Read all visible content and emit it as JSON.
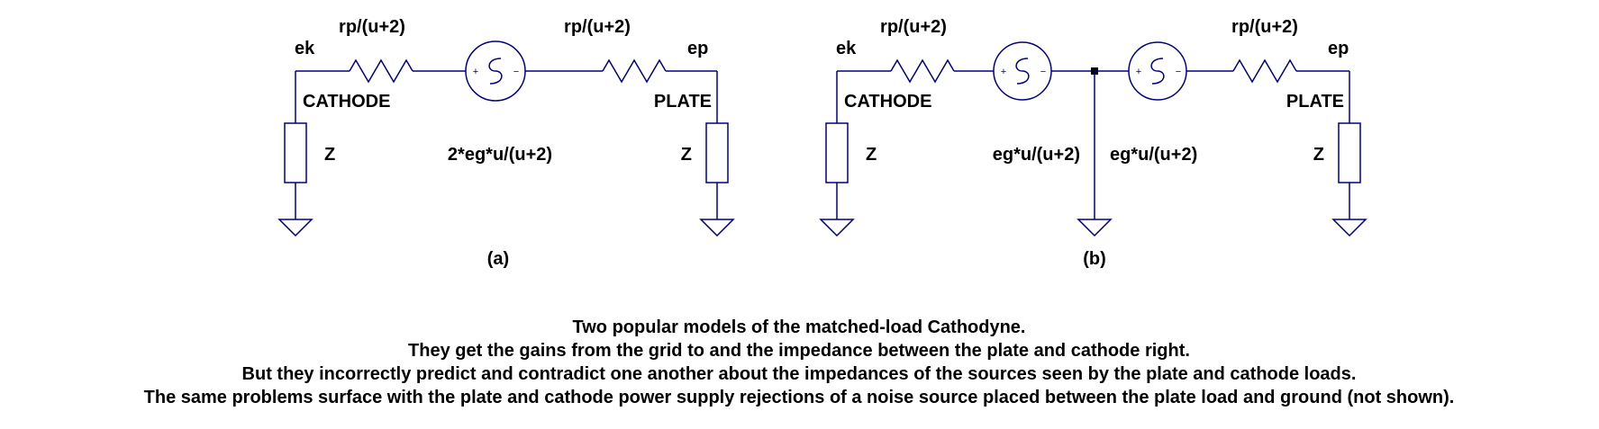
{
  "circuit_a": {
    "resistor_left": "rp/(u+2)",
    "resistor_right": "rp/(u+2)",
    "node_cathode": "ek",
    "node_plate": "ep",
    "cathode_label": "CATHODE",
    "plate_label": "PLATE",
    "load_left": "Z",
    "load_right": "Z",
    "source_value": "2*eg*u/(u+2)",
    "caption": "(a)"
  },
  "circuit_b": {
    "resistor_left": "rp/(u+2)",
    "resistor_right": "rp/(u+2)",
    "node_cathode": "ek",
    "node_plate": "ep",
    "cathode_label": "CATHODE",
    "plate_label": "PLATE",
    "load_left": "Z",
    "load_right": "Z",
    "source_left_value": "eg*u/(u+2)",
    "source_right_value": "eg*u/(u+2)",
    "caption": "(b)"
  },
  "caption": {
    "line1": "Two popular models of the matched-load Cathodyne.",
    "line2": "They get the gains from the grid to and the impedance between the plate and cathode right.",
    "line3": "But they incorrectly predict and contradict one another about the impedances of the sources seen by the plate and cathode loads.",
    "line4": "The same problems surface with the plate and cathode power supply rejections of a noise source placed between the plate load and ground (not shown)."
  },
  "symbols": {
    "plus": "+",
    "minus": "−"
  },
  "colors": {
    "wire": "#000080",
    "text": "#000000",
    "background": "#ffffff"
  }
}
